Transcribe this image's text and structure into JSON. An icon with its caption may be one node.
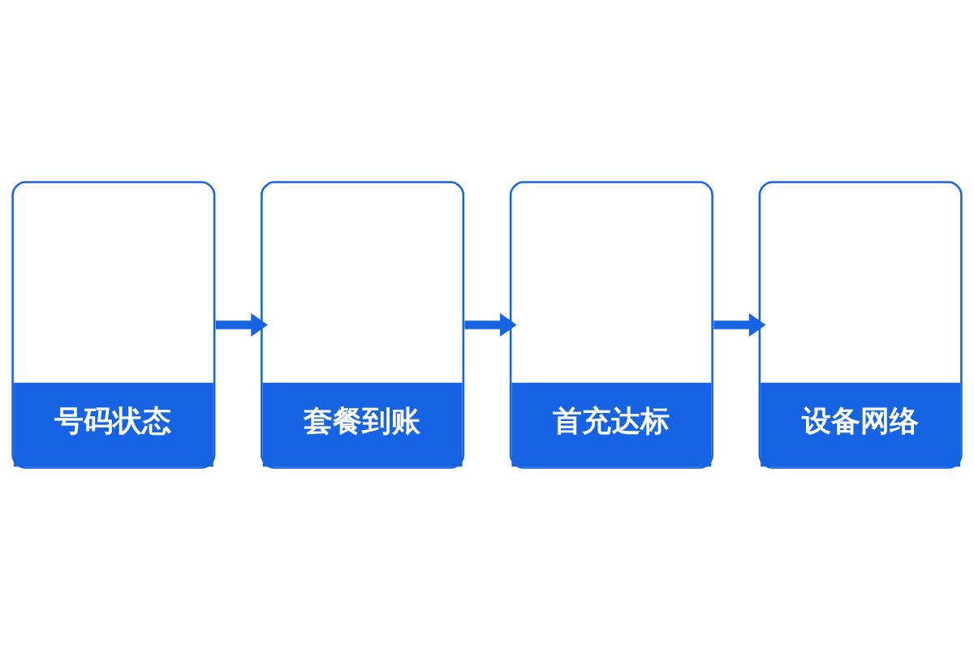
{
  "diagram": {
    "nodes": [
      {
        "text": [
          "号码状态"
        ]
      },
      {
        "text": [
          "套餐到账"
        ]
      },
      {
        "text": [
          "首充达标"
        ]
      },
      {
        "text": [
          "设备网络"
        ]
      }
    ],
    "edges": [
      {
        "from": 0,
        "to": 1,
        "arrow": "to"
      },
      {
        "from": 1,
        "to": 2,
        "arrow": "to"
      },
      {
        "from": 2,
        "to": 3,
        "arrow": "to"
      }
    ]
  }
}
